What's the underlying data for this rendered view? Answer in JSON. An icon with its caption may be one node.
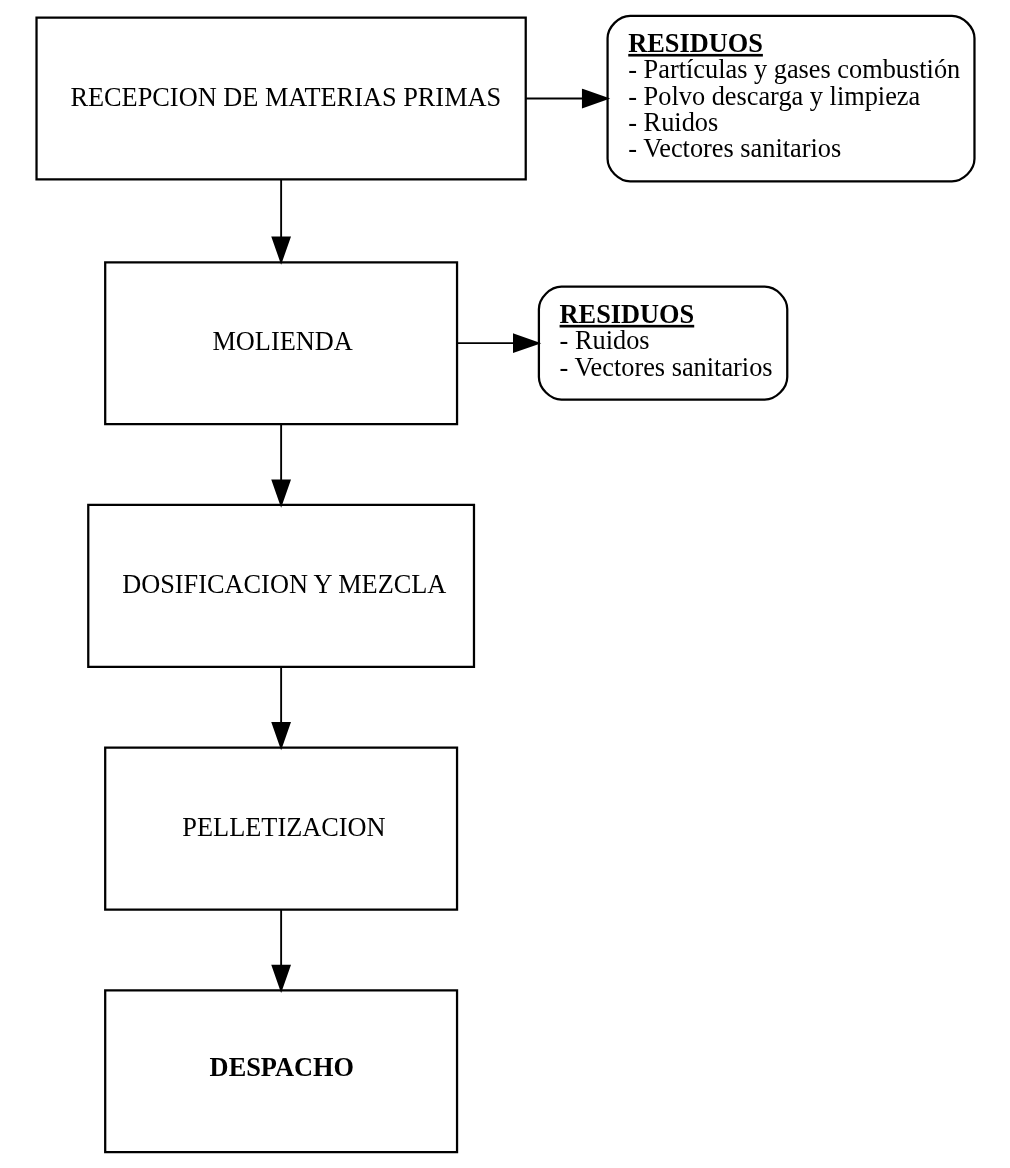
{
  "diagram": {
    "nodes": [
      {
        "text": [
          "RECEPCION DE MATERIAS PRIMAS"
        ]
      },
      {
        "text": [
          "RESIDUOS",
          "- Partículas y gases combustión",
          "- Polvo descarga y limpieza",
          "- Ruidos",
          "- Vectores sanitarios"
        ]
      },
      {
        "text": [
          "MOLIENDA"
        ]
      },
      {
        "text": [
          "RESIDUOS",
          "- Ruidos",
          "- Vectores sanitarios"
        ]
      },
      {
        "text": [
          "DOSIFICACION Y MEZCLA"
        ]
      },
      {
        "text": [
          "PELLETIZACION"
        ]
      },
      {
        "text": [
          "DESPACHO"
        ]
      }
    ],
    "edges": [
      {
        "from": 0,
        "to": 1,
        "arrow": "to"
      },
      {
        "from": 0,
        "to": 2,
        "arrow": "to"
      },
      {
        "from": 2,
        "to": 3,
        "arrow": "to"
      },
      {
        "from": 2,
        "to": 4,
        "arrow": "to"
      },
      {
        "from": 4,
        "to": 5,
        "arrow": "to"
      },
      {
        "from": 5,
        "to": 6,
        "arrow": "to"
      }
    ]
  }
}
